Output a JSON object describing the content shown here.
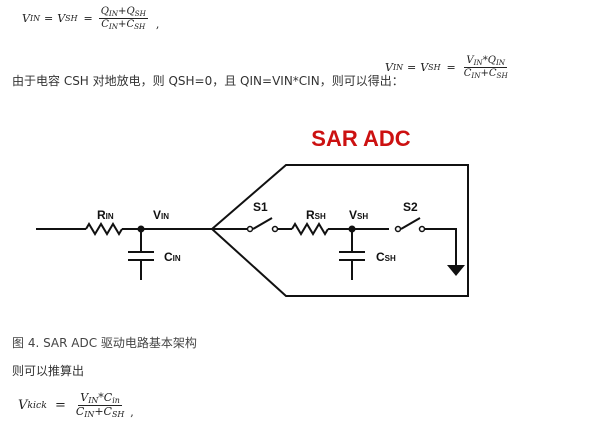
{
  "formula_top": {
    "lhs": "V",
    "lhs_sub": "IN",
    "eq1": "=",
    "mid": "V",
    "mid_sub": "SH",
    "eq2": "=",
    "num": "Q",
    "num_sub1": "IN",
    "plus1": "+",
    "num2": "Q",
    "num_sub2": "SH",
    "den": "C",
    "den_sub1": "IN",
    "plus2": "+",
    "den2": "C",
    "den_sub2": "SH",
    "tail": ","
  },
  "paragraph_1": "由于电容 CSH 对地放电，则 QSH=0，且 QIN=VIN*CIN，则可以得出：",
  "formula_mid": {
    "lhs": "V",
    "lhs_sub": "IN",
    "eq1": "=",
    "mid": "V",
    "mid_sub": "SH",
    "eq2": "=",
    "num_a": "V",
    "num_a_sub": "IN",
    "times": "*",
    "num_b": "Q",
    "num_b_sub": "IN",
    "den": "C",
    "den_sub1": "IN",
    "plus": "+",
    "den2": "C",
    "den_sub2": "SH"
  },
  "diagram": {
    "title": "SAR ADC",
    "title_color": "#cc1111",
    "labels": {
      "r_in": "R",
      "r_in_sub": "IN",
      "v_in": "V",
      "v_in_sub": "IN",
      "c_in": "C",
      "c_in_sub": "IN",
      "s1": "S1",
      "r_sh": "R",
      "r_sh_sub": "SH",
      "v_sh": "V",
      "v_sh_sub": "SH",
      "c_sh": "C",
      "c_sh_sub": "SH",
      "s2": "S2"
    }
  },
  "figure_caption": "图 4. SAR ADC 驱动电路基本架构",
  "paragraph_2": "则可以推算出",
  "formula_bottom": {
    "lhs": "V",
    "lhs_sub": "kick",
    "eq": "=",
    "num_a": "V",
    "num_a_sub": "IN",
    "times": "*",
    "num_b": "C",
    "num_b_sub": "in",
    "den": "C",
    "den_sub1": "IN",
    "plus": "+",
    "den2": "C",
    "den_sub2": "SH",
    "tail": ","
  }
}
